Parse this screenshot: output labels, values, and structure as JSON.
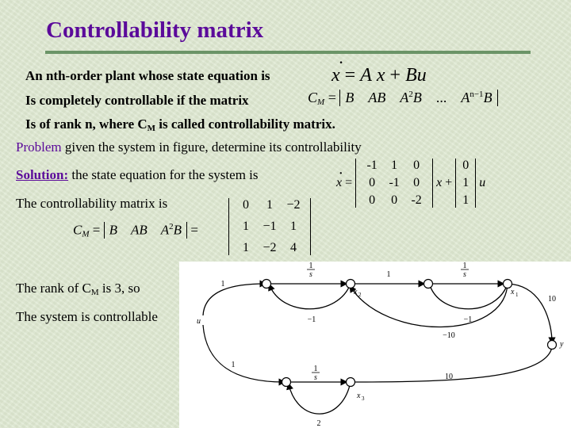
{
  "title": "Controllability matrix",
  "bullets": [
    {
      "text": "An nth-order plant whose state equation is"
    },
    {
      "text": "Is completely controllable if the matrix"
    },
    {
      "prefix": "Is of rank n, where C",
      "sub": "M",
      "suffix": " is called controllability matrix."
    }
  ],
  "problem": {
    "label": "Problem",
    "text": " given the system in figure, determine its controllability"
  },
  "solution": {
    "label": "Solution:",
    "text": " the state equation for the system is"
  },
  "controllability_intro": "The controllability matrix is",
  "rank_line": {
    "prefix": "The rank of C",
    "sub": "M",
    "suffix": " is 3, so"
  },
  "conclusion": "The system is controllable",
  "state_equation": {
    "xdot": "x",
    "equals": "=",
    "A": "A",
    "x": "x",
    "plus": "+",
    "Bu": "Bu"
  },
  "cm_definition": {
    "C": "C",
    "M": "M",
    "eq": "=",
    "B": "B",
    "AB": "AB",
    "A2B": "A",
    "sup2": "2",
    "B2": "B",
    "dots": "...",
    "An": "A",
    "supn": "n−1",
    "B3": "B"
  },
  "system_matrix": [
    [
      "-1",
      "1",
      "0"
    ],
    [
      "0",
      "-1",
      "0"
    ],
    [
      "0",
      "0",
      "-2"
    ]
  ],
  "input_vector": [
    "0",
    "1",
    "1"
  ],
  "cm_matrix": [
    [
      "0",
      "1",
      "−2"
    ],
    [
      "1",
      "−1",
      "1"
    ],
    [
      "1",
      "−2",
      "4"
    ]
  ],
  "cm_equation": {
    "C": "C",
    "M": "M",
    "eq": "=",
    "B": "B",
    "AB": "AB",
    "A": "A",
    "sup2": "2",
    "B2": "B",
    "eq2": "="
  },
  "system_eq": {
    "x": "x",
    "eq": "=",
    "plus": "+",
    "u": "u"
  },
  "diagram": {
    "labels": {
      "one_s": "1",
      "s": "s",
      "one_a": "1",
      "one_b": "1",
      "one_c": "1",
      "minus1_a": "−1",
      "minus1_b": "−1",
      "minus10": "−10",
      "ten_a": "10",
      "ten_b": "10",
      "two": "2",
      "u": "u",
      "y": "y",
      "x1": "x",
      "x1_sub": "1",
      "x2": "x",
      "x2_sub": "2",
      "x3": "x",
      "x3_sub": "3"
    }
  }
}
